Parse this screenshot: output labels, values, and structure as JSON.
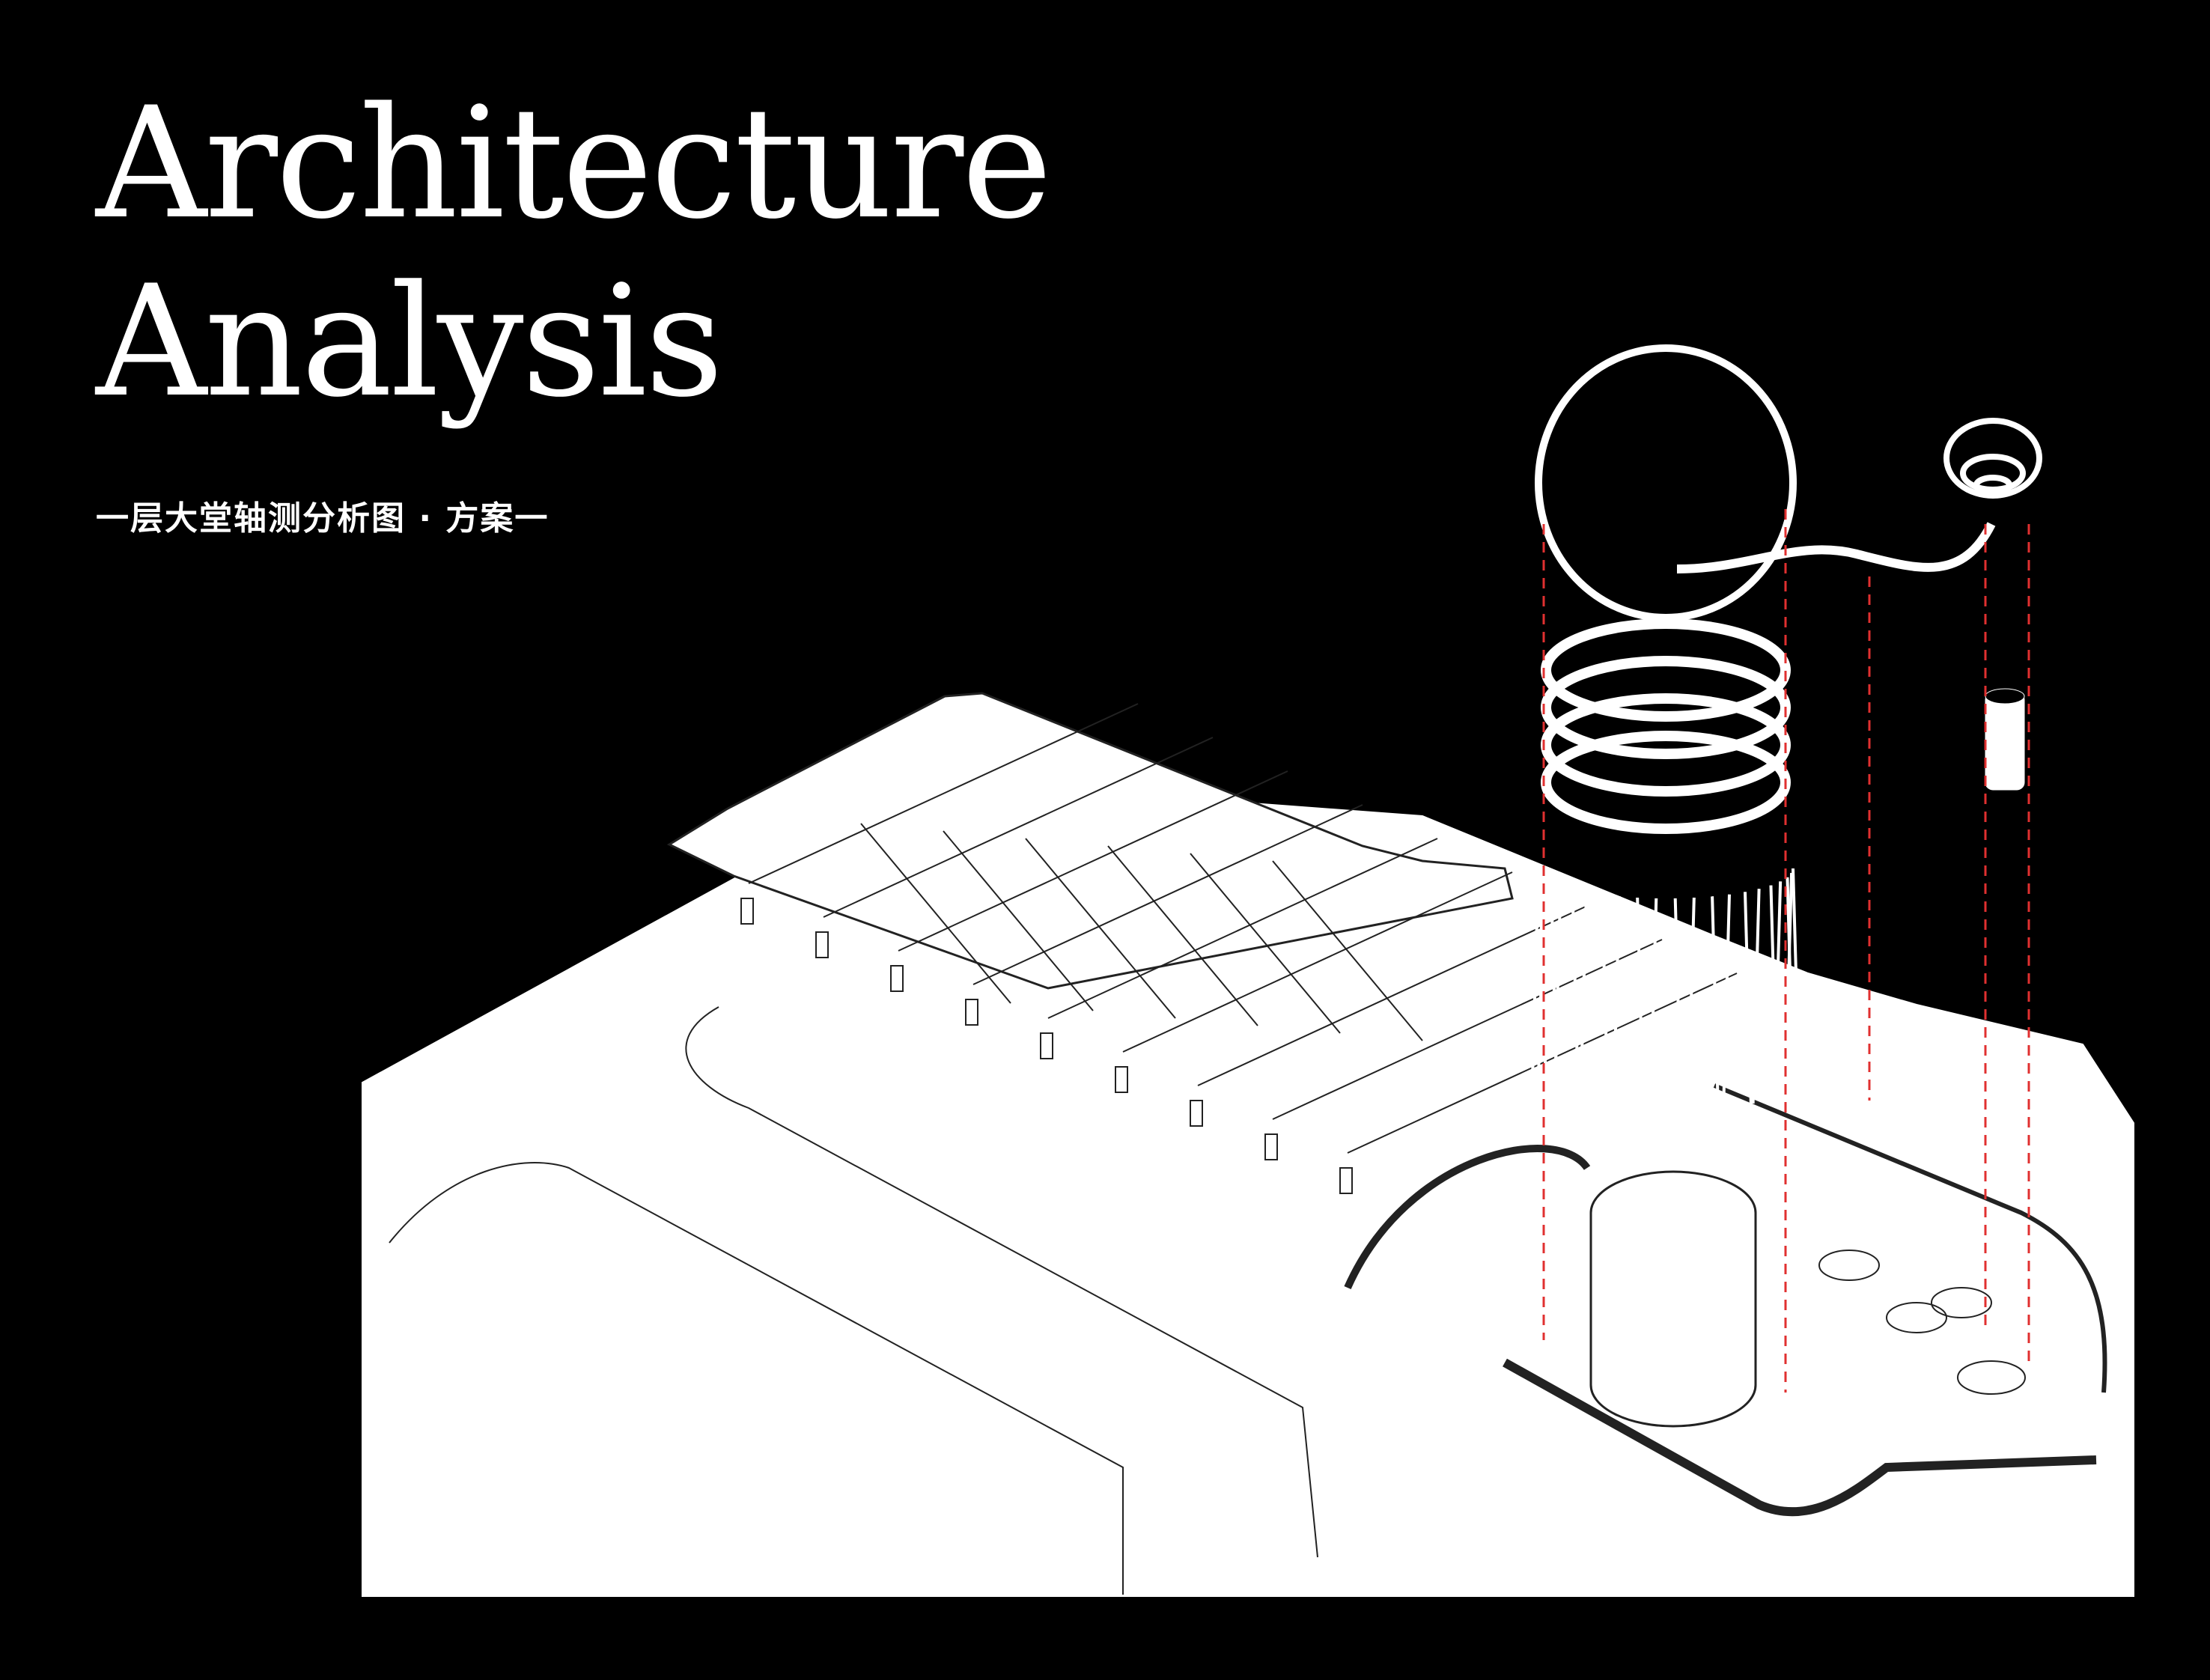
{
  "title": {
    "line1": "Architecture",
    "line2": "Analysis"
  },
  "subtitle": "一层大堂轴测分析图 · 方案一",
  "colors": {
    "background": "#000000",
    "drawing": "#ffffff",
    "linework": "#1a1a1a",
    "guide_lines": "#e03030"
  },
  "components": [
    "ribbon-sculpture",
    "ring-tiers",
    "fin-canopy",
    "small-spiral",
    "small-cylinder",
    "small-ring",
    "building-base-axonometric"
  ]
}
